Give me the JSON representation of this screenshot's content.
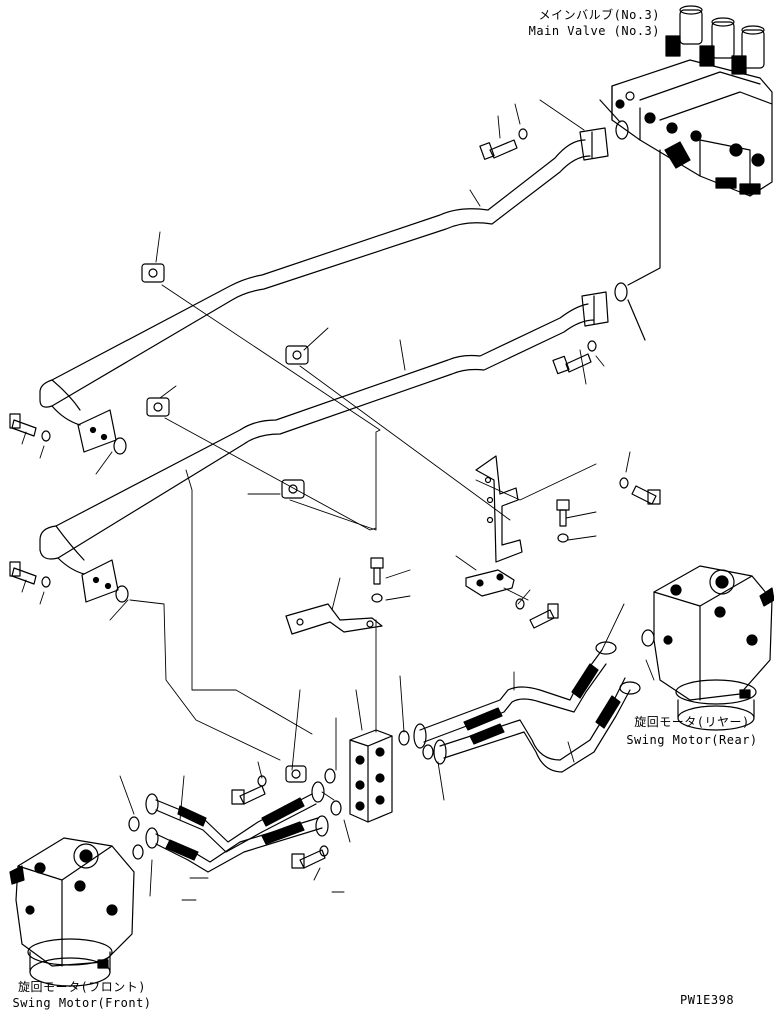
{
  "labels": {
    "main_valve_jp": "メインバルブ(No.3)",
    "main_valve_en": "Main Valve (No.3)",
    "swing_motor_rear_jp": "旋回モータ(リヤー)",
    "swing_motor_rear_en": "Swing Motor(Rear)",
    "swing_motor_front_jp": "旋回モータ(フロント)",
    "swing_motor_front_en": "Swing Motor(Front)",
    "drawing_code": "PW1E398"
  },
  "colors": {
    "line": "#000000",
    "background": "#ffffff"
  }
}
